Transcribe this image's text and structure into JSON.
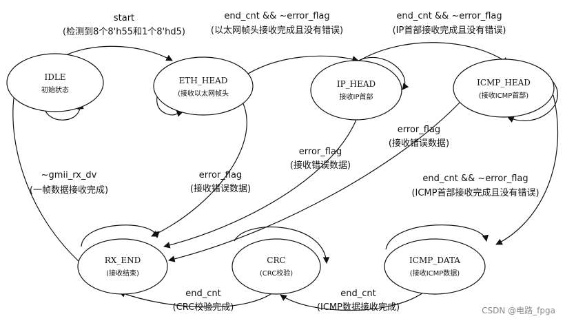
{
  "states": {
    "idle": {
      "name": "IDLE",
      "desc": "初始状态"
    },
    "eth_head": {
      "name": "ETH_HEAD",
      "desc": "(接收以太网帧头"
    },
    "ip_head": {
      "name": "IP_HEAD",
      "desc": "接收IP首部"
    },
    "icmp_head": {
      "name": "ICMP_HEAD",
      "desc": "(接收ICMP首部)"
    },
    "rx_end": {
      "name": "RX_END",
      "desc": "(接收结束)"
    },
    "crc": {
      "name": "CRC",
      "desc": "(CRC校验)"
    },
    "icmp_data": {
      "name": "ICMP_DATA",
      "desc": "(接收ICMP数据)"
    }
  },
  "transitions": {
    "idle_to_eth": {
      "cond": "start",
      "desc": "(检测到8个8'h55和1个8'hd5)"
    },
    "eth_to_ip": {
      "cond": "end_cnt && ~error_flag",
      "desc": "(以太网帧头接收完成且没有错误)"
    },
    "ip_to_icmp": {
      "cond": "end_cnt && ~error_flag",
      "desc": "(IP首部接收完成且没有错误)"
    },
    "eth_to_rxend": {
      "cond": "error_flag",
      "desc": "(接收错误数据)"
    },
    "ip_to_rxend": {
      "cond": "error_flag",
      "desc": "(接收错误数据)"
    },
    "icmphead_to_rxend": {
      "cond": "error_flag",
      "desc": "(接收错误数据)"
    },
    "icmphead_to_data": {
      "cond": "end_cnt && ~error_flag",
      "desc": "(ICMP首部接收完成且没有错误)"
    },
    "rxend_to_idle": {
      "cond": "~gmii_rx_dv",
      "desc": "(一帧数据接收完成)"
    },
    "crc_to_rxend": {
      "cond": "end_cnt",
      "desc": "(CRC校验完成)"
    },
    "data_to_crc": {
      "cond": "end_cnt",
      "desc": "(ICMP数据接收完成)"
    }
  },
  "watermark": "CSDN @电路_fpga"
}
